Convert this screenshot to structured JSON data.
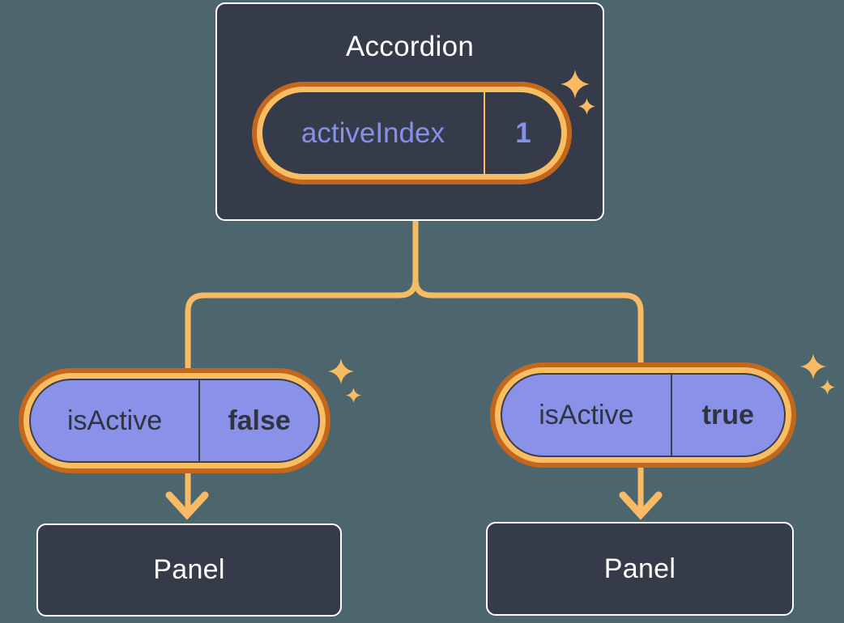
{
  "diagram": {
    "accordion": {
      "title": "Accordion",
      "state": {
        "name": "activeIndex",
        "value": "1"
      }
    },
    "children": [
      {
        "prop_name": "isActive",
        "prop_value": "false",
        "panel": "Panel"
      },
      {
        "prop_name": "isActive",
        "prop_value": "true",
        "panel": "Panel"
      }
    ],
    "colors": {
      "background": "#4d666e",
      "node_fill": "#353b48",
      "node_border": "#ffffff",
      "pill_fill": "#8a91e8",
      "highlight_light": "#fabd62",
      "highlight_dark": "#c3671c",
      "connector": "#f8bb63",
      "state_text": "#8690e8",
      "prop_text": "#2f3440",
      "title_text": "#ffffff"
    }
  }
}
